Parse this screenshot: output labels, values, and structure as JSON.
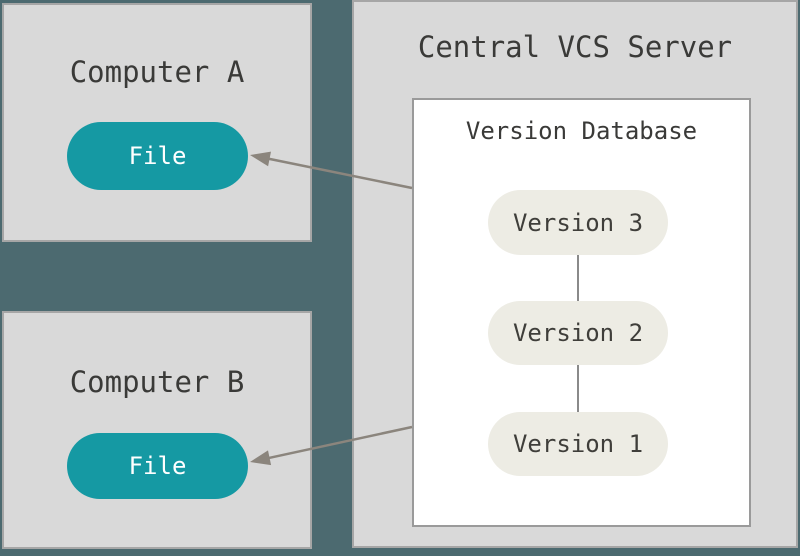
{
  "colors": {
    "background": "#4c6a70",
    "panel_fill": "#d9d9d9",
    "panel_border": "#a6a6a6",
    "db_fill": "#ffffff",
    "db_border": "#9a9a9a",
    "file_fill": "#1599a3",
    "file_text": "#ffffff",
    "version_fill": "#edece4",
    "version_text": "#3f3e3a",
    "heading_text": "#3a3a38",
    "arrow": "#8b857d",
    "connector": "#8a8a8a"
  },
  "computer_a": {
    "title": "Computer A",
    "file_label": "File"
  },
  "computer_b": {
    "title": "Computer B",
    "file_label": "File"
  },
  "server": {
    "title": "Central VCS Server",
    "database": {
      "title": "Version Database",
      "versions": [
        "Version 3",
        "Version 2",
        "Version 1"
      ]
    }
  }
}
